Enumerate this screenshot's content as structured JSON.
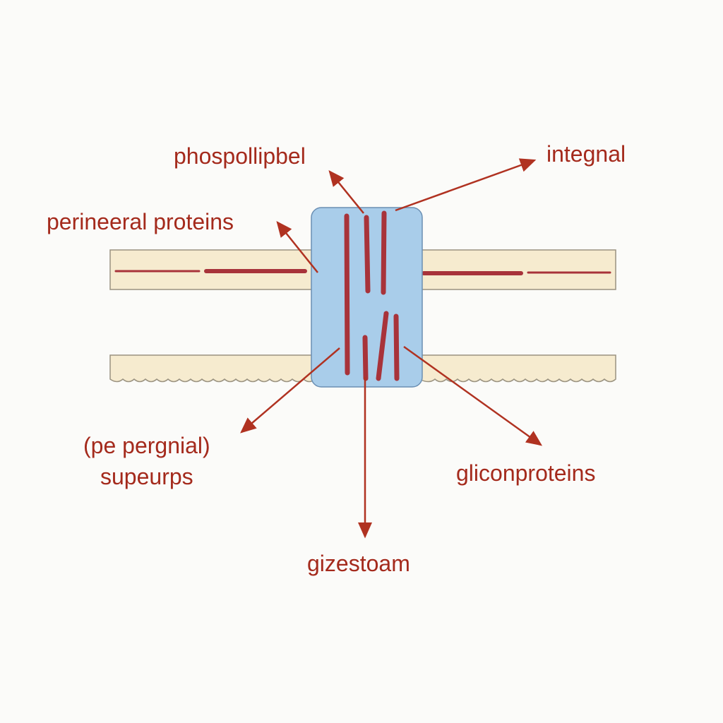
{
  "colors": {
    "label_text": "#a42a1c",
    "arrow": "#b03221",
    "bilayer_fill": "#f6ebcf",
    "bilayer_stroke": "#9a9280",
    "protein_fill": "#a9cdea",
    "protein_stroke": "#6a8fb3",
    "strand": "#a8333a"
  },
  "labels": {
    "phospholipid": "phospollipbel",
    "integral": "integnal",
    "peripheral_proteins": "perineeral proteins",
    "pe_peripheral_line1": "(pe pergnial)",
    "pe_peripheral_line2": "supeurps",
    "glycoproteins": "gliconproteins",
    "bottom": "gizestoam"
  },
  "icons": {
    "arrowhead": "arrowhead-icon"
  }
}
